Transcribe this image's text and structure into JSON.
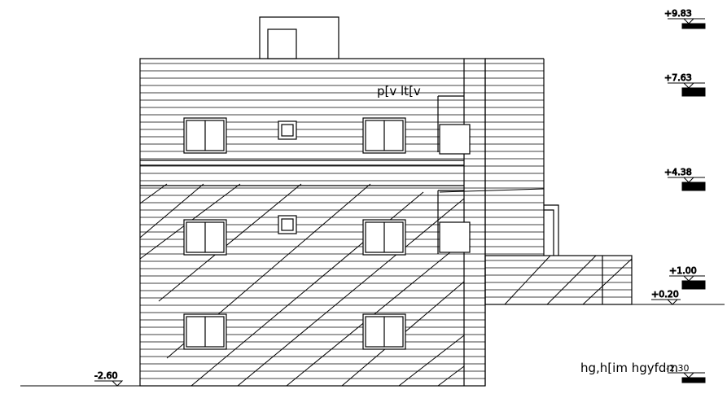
{
  "drawing": {
    "label_top": "p[v lt[v",
    "label_bottom": "hg,h[im hgyfdm"
  },
  "levels": [
    {
      "key": "l983",
      "text": "+9.83"
    },
    {
      "key": "l763",
      "text": "+7.63"
    },
    {
      "key": "l438",
      "text": "+4.38"
    },
    {
      "key": "l100",
      "text": "+1.00"
    },
    {
      "key": "l020",
      "text": "+0.20"
    },
    {
      "key": "lm260",
      "text": "-2.60"
    },
    {
      "key": "lm230",
      "text": "-2.30"
    }
  ],
  "colors": {
    "line": "#000000",
    "background": "#ffffff"
  }
}
